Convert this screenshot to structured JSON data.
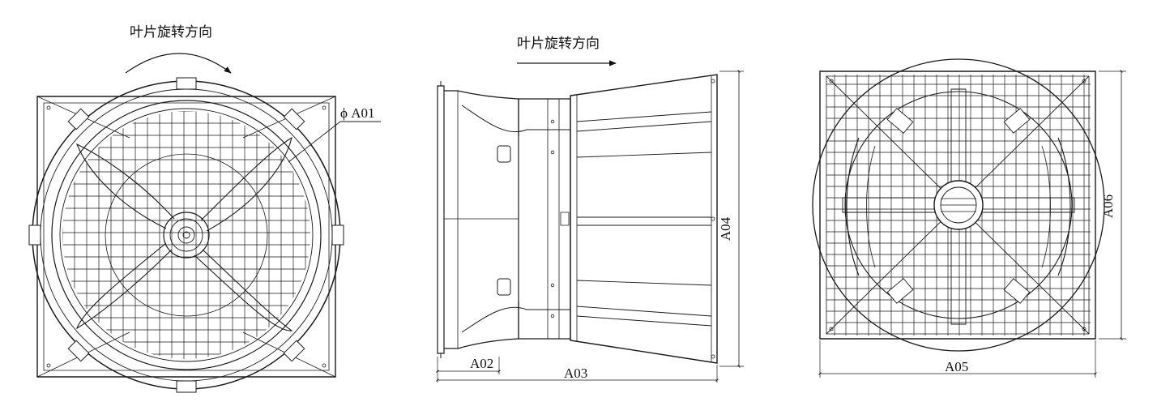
{
  "rotation_label_front": "叶片旋转方向",
  "rotation_label_side": "叶片旋转方向",
  "dimensions": {
    "a01": "ϕ A01",
    "a02": "A02",
    "a03": "A03",
    "a04": "A04",
    "a05": "A05",
    "a06": "A06"
  },
  "colors": {
    "line": "#1a1a1a",
    "background": "#ffffff"
  }
}
